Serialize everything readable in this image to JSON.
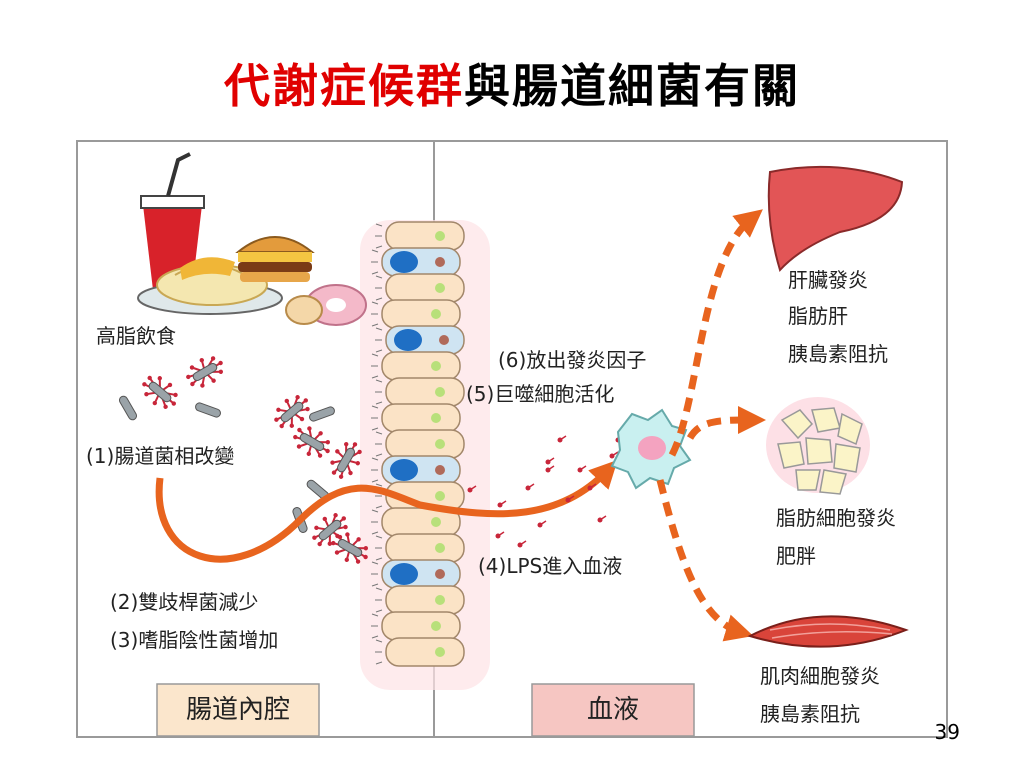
{
  "title": {
    "part1": "代謝症候群",
    "part2": "與腸道細菌有關"
  },
  "labels": {
    "food": "高脂飲食",
    "step1": "(1)腸道菌相改變",
    "step2": "(2)雙歧桿菌減少",
    "step3": "(3)嗜脂陰性菌增加",
    "step4": "(4)LPS進入血液",
    "step5": "(5)巨噬細胞活化",
    "step6": "(6)放出發炎因子",
    "liver": [
      "肝臟發炎",
      "脂肪肝",
      "胰島素阻抗"
    ],
    "fat": [
      "脂肪細胞發炎",
      "肥胖"
    ],
    "muscle": [
      "肌肉細胞發炎",
      "胰島素阻抗"
    ]
  },
  "regions": {
    "lumen": "腸道內腔",
    "blood": "血液"
  },
  "colors": {
    "title_red": "#e00000",
    "arrow": "#e8641e",
    "lumen_box": "#fbe6cc",
    "blood_box": "#f6c6c2"
  },
  "page_number": "39"
}
